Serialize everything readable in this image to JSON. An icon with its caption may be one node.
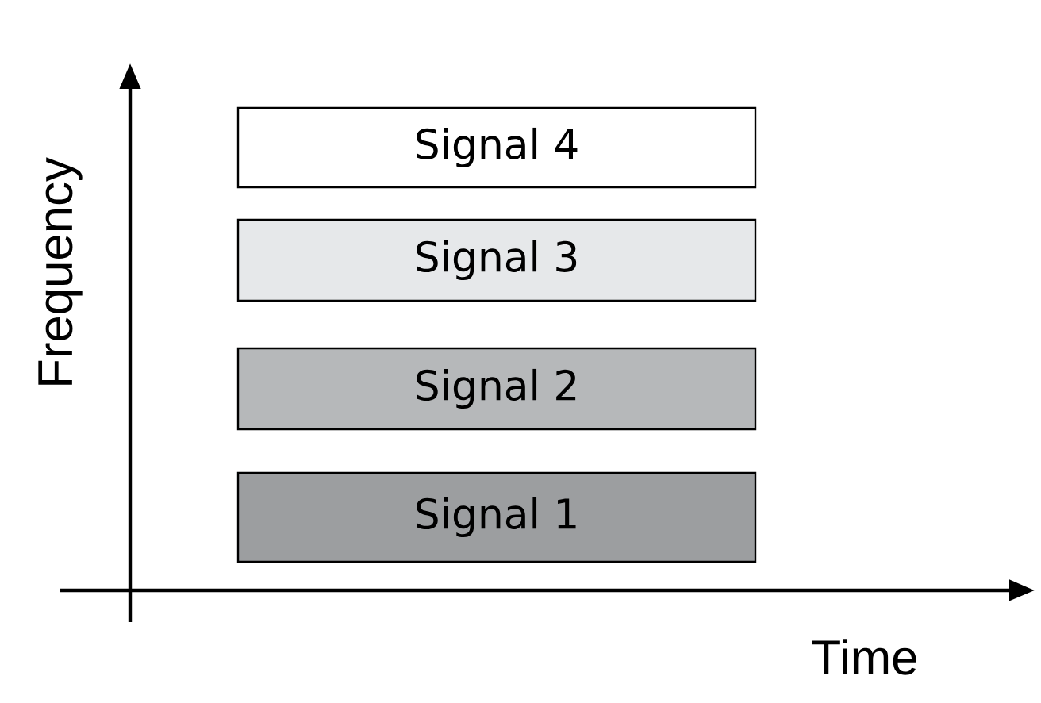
{
  "diagram": {
    "nodes": [
      {
        "text": [
          "Signal 4"
        ]
      },
      {
        "text": [
          "Signal 3"
        ]
      },
      {
        "text": [
          "Signal 2"
        ]
      },
      {
        "text": [
          "Signal 1"
        ]
      }
    ],
    "labels": [
      "Frequency",
      "Time"
    ]
  }
}
